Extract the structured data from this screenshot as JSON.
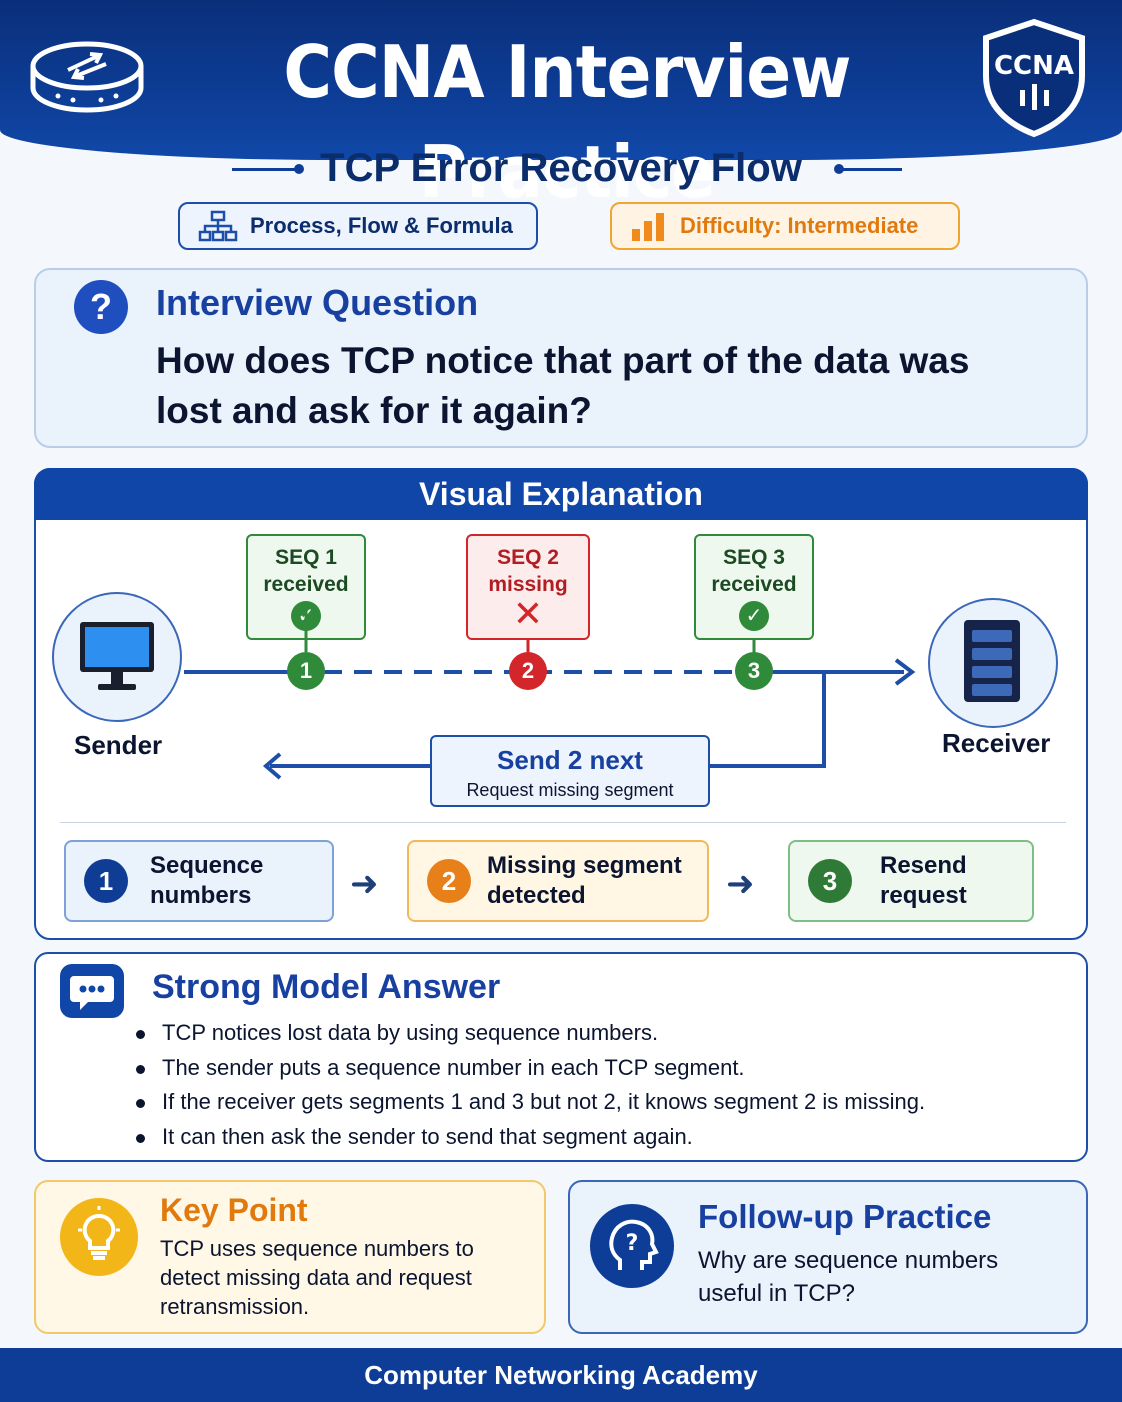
{
  "header": {
    "title": "CCNA Interview Practice",
    "badge_text": "CCNA"
  },
  "subtitle": "TCP Error Recovery Flow",
  "tags": {
    "category": "Process, Flow & Formula",
    "difficulty": "Difficulty: Intermediate"
  },
  "question": {
    "label": "Interview Question",
    "text": "How does TCP notice that part of the data was lost and ask for it again?"
  },
  "visual": {
    "title": "Visual Explanation",
    "sender": "Sender",
    "receiver": "Receiver",
    "segments": [
      {
        "line1": "SEQ 1",
        "line2": "received",
        "status": "ok",
        "node": "1"
      },
      {
        "line1": "SEQ 2",
        "line2": "missing",
        "status": "missing",
        "node": "2"
      },
      {
        "line1": "SEQ 3",
        "line2": "received",
        "status": "ok",
        "node": "3"
      }
    ],
    "request": {
      "main": "Send 2 next",
      "sub": "Request missing segment"
    },
    "steps": [
      {
        "num": "1",
        "text": "Sequence numbers"
      },
      {
        "num": "2",
        "text": "Missing segment detected"
      },
      {
        "num": "3",
        "text": "Resend request"
      }
    ]
  },
  "answer": {
    "title": "Strong Model Answer",
    "items": [
      "TCP notices lost data by using sequence numbers.",
      "The sender puts a sequence number in each TCP segment.",
      "If the receiver gets segments 1 and 3 but not 2, it knows segment 2 is missing.",
      "It can then ask the sender to send that segment again."
    ]
  },
  "key_point": {
    "title": "Key Point",
    "text": "TCP uses sequence numbers to detect missing data and request retransmission."
  },
  "follow_up": {
    "title": "Follow-up Practice",
    "text": "Why are sequence numbers useful in TCP?"
  },
  "footer": "Computer Networking Academy",
  "colors": {
    "primary": "#0d3d96",
    "ok": "#2f8a3a",
    "missing": "#d2262b",
    "accent_orange": "#e07a0f"
  }
}
